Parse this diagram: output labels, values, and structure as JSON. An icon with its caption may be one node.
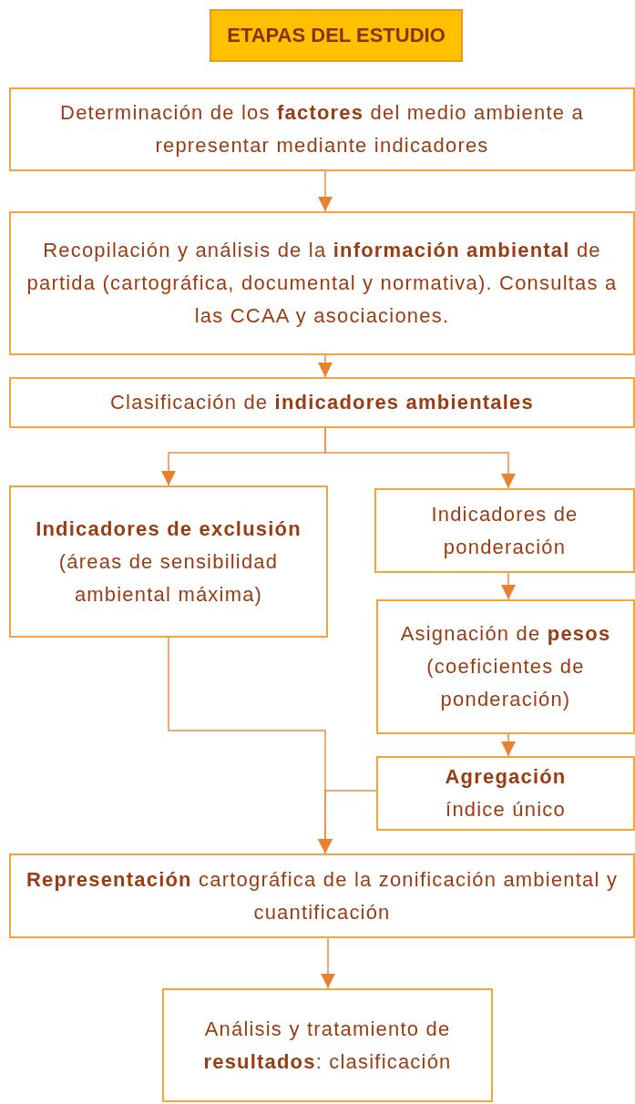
{
  "diagram": {
    "nodes": [
      {
        "text": [
          "ETAPAS DEL ESTUDIO"
        ]
      },
      {
        "text": [
          "Determinación de los **factores** del medio ambiente a representar mediante indicadores"
        ]
      },
      {
        "text": [
          "Recopilación y análisis de la **información ambiental** de partida (cartográfica, documental y normativa). Consultas a las CCAA y asociaciones."
        ]
      },
      {
        "text": [
          "Clasificación de **indicadores ambientales**"
        ]
      },
      {
        "text": [
          "Indicadores de exclusión",
          "(áreas de sensibilidad ambiental máxima)"
        ]
      },
      {
        "text": [
          "Indicadores de ponderación"
        ]
      },
      {
        "text": [
          "Asignación de **pesos**",
          "(coeficientes de ponderación)"
        ]
      },
      {
        "text": [
          "Agregación",
          "índice único"
        ]
      },
      {
        "text": [
          "**Representación** cartográfica de la zonificación ambiental y cuantificación"
        ]
      },
      {
        "text": [
          "Análisis y tratamiento de **resultados**: clasificación"
        ]
      }
    ],
    "edges": [
      {
        "from": 1,
        "to": 2,
        "arrow": "to"
      },
      {
        "from": 2,
        "to": 3,
        "arrow": "to"
      },
      {
        "from": 3,
        "to": 4,
        "arrow": "to"
      },
      {
        "from": 3,
        "to": 5,
        "arrow": "to"
      },
      {
        "from": 5,
        "to": 6,
        "arrow": "to"
      },
      {
        "from": 6,
        "to": 7,
        "arrow": "to"
      },
      {
        "from": 4,
        "to": 8,
        "arrow": "to"
      },
      {
        "from": 7,
        "to": 8,
        "arrow": "to"
      },
      {
        "from": 8,
        "to": 9,
        "arrow": "to"
      }
    ]
  }
}
